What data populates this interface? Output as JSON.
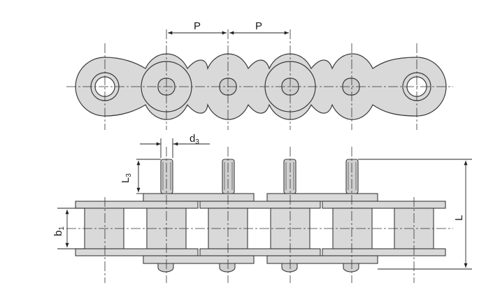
{
  "labels": {
    "pitch": "P",
    "pin_diameter_main": "d",
    "pin_diameter_sub": "3",
    "pin_ext_main": "L",
    "pin_ext_sub": "3",
    "width_main": "b",
    "width_sub": "1",
    "length": "L"
  },
  "colors": {
    "fill": "#d9d9d9",
    "stroke": "#3a3a3a",
    "centerline": "#333333",
    "background": "#ffffff"
  }
}
